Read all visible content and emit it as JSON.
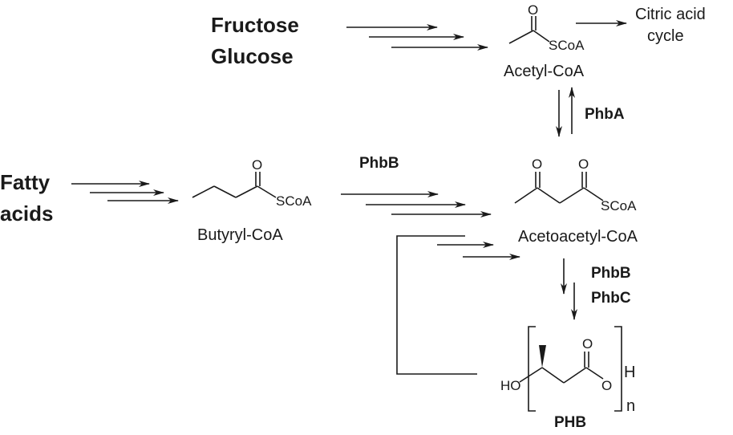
{
  "sources": {
    "sugars": [
      "Fructose",
      "Glucose"
    ],
    "fatty": [
      "Fatty",
      "acids"
    ]
  },
  "compounds": {
    "acetyl_coa": "Acetyl-CoA",
    "butyryl_coa": "Butyryl-CoA",
    "acetoacetyl_coa": "Acetoacetyl-CoA",
    "phb": "PHB"
  },
  "citric": [
    "Citric acid",
    "cycle"
  ],
  "enzymes": {
    "phba": "PhbA",
    "phbb_top": "PhbB",
    "phbb": "PhbB",
    "phbc": "PhbC"
  },
  "atoms": {
    "o": "O",
    "scoa": "SCoA",
    "ho": "HO",
    "h": "H",
    "n": "n"
  }
}
